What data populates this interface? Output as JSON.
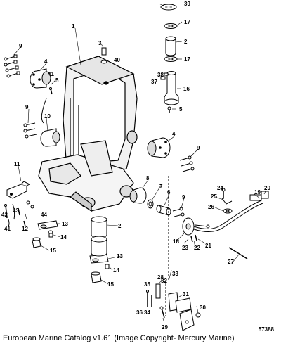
{
  "caption": "European Marine Catalog v1.61 (Image Copyright- Mercury Marine)",
  "figure_id": "57388",
  "callouts": [
    "1",
    "2",
    "2",
    "3",
    "4",
    "4",
    "5",
    "5",
    "6",
    "7",
    "8",
    "9",
    "9",
    "9",
    "9",
    "10",
    "11",
    "12",
    "13",
    "13",
    "14",
    "14",
    "15",
    "15",
    "16",
    "17",
    "17",
    "18",
    "19",
    "20",
    "21",
    "22",
    "23",
    "24",
    "25",
    "26",
    "27",
    "28",
    "29",
    "30",
    "31",
    "32",
    "33",
    "34",
    "35",
    "36",
    "37",
    "38",
    "39",
    "40",
    "41",
    "41",
    "42",
    "43",
    "44"
  ]
}
